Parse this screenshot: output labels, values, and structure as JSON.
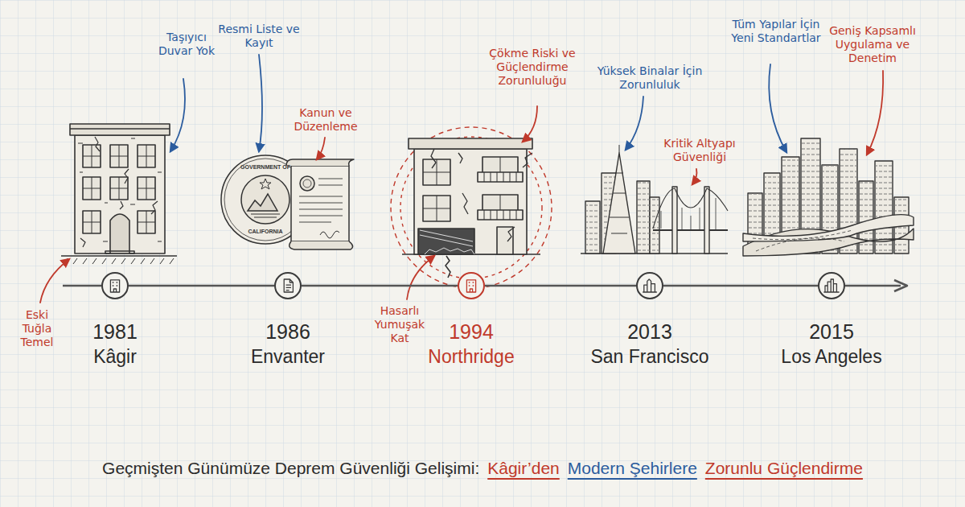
{
  "diagram": {
    "caption": "Geçmişten Günümüze Deprem Güvenliği Gelişimi:",
    "nodes": [
      {
        "text": [
          "1981",
          "Kâgir"
        ]
      },
      {
        "text": [
          "1986",
          "Envanter"
        ]
      },
      {
        "text": [
          "1994",
          "Northridge"
        ]
      },
      {
        "text": [
          "2013",
          "San Francisco"
        ]
      },
      {
        "text": [
          "2015",
          "Los Angeles"
        ]
      }
    ],
    "edges": [
      {
        "from": 0,
        "to": 1,
        "arrow": "none"
      },
      {
        "from": 1,
        "to": 2,
        "arrow": "none"
      },
      {
        "from": 2,
        "to": 3,
        "arrow": "none"
      },
      {
        "from": 3,
        "to": 4,
        "arrow": "none"
      }
    ],
    "labels": [
      "Taşıyıcı Duvar Yok",
      "Resmi Liste ve Kayıt",
      "Kanun ve Düzenleme",
      "Çökme Riski ve Güçlendirme Zorunluluğu",
      "Yüksek Binalar İçin Zorunluluk",
      "Kritik Altyapı Güvenliği",
      "Tüm Yapılar İçin Yeni Standartlar",
      "Geniş Kapsamlı Uygulama ve Denetim",
      "Eski Tuğla Temel",
      "Hasarlı Yumuşak Kat",
      "Kâgir’den",
      "Modern Şehirlere",
      "Zorunlu Güçlendirme",
      "GOVERNMENT OF",
      "CALIFORNIA"
    ]
  }
}
